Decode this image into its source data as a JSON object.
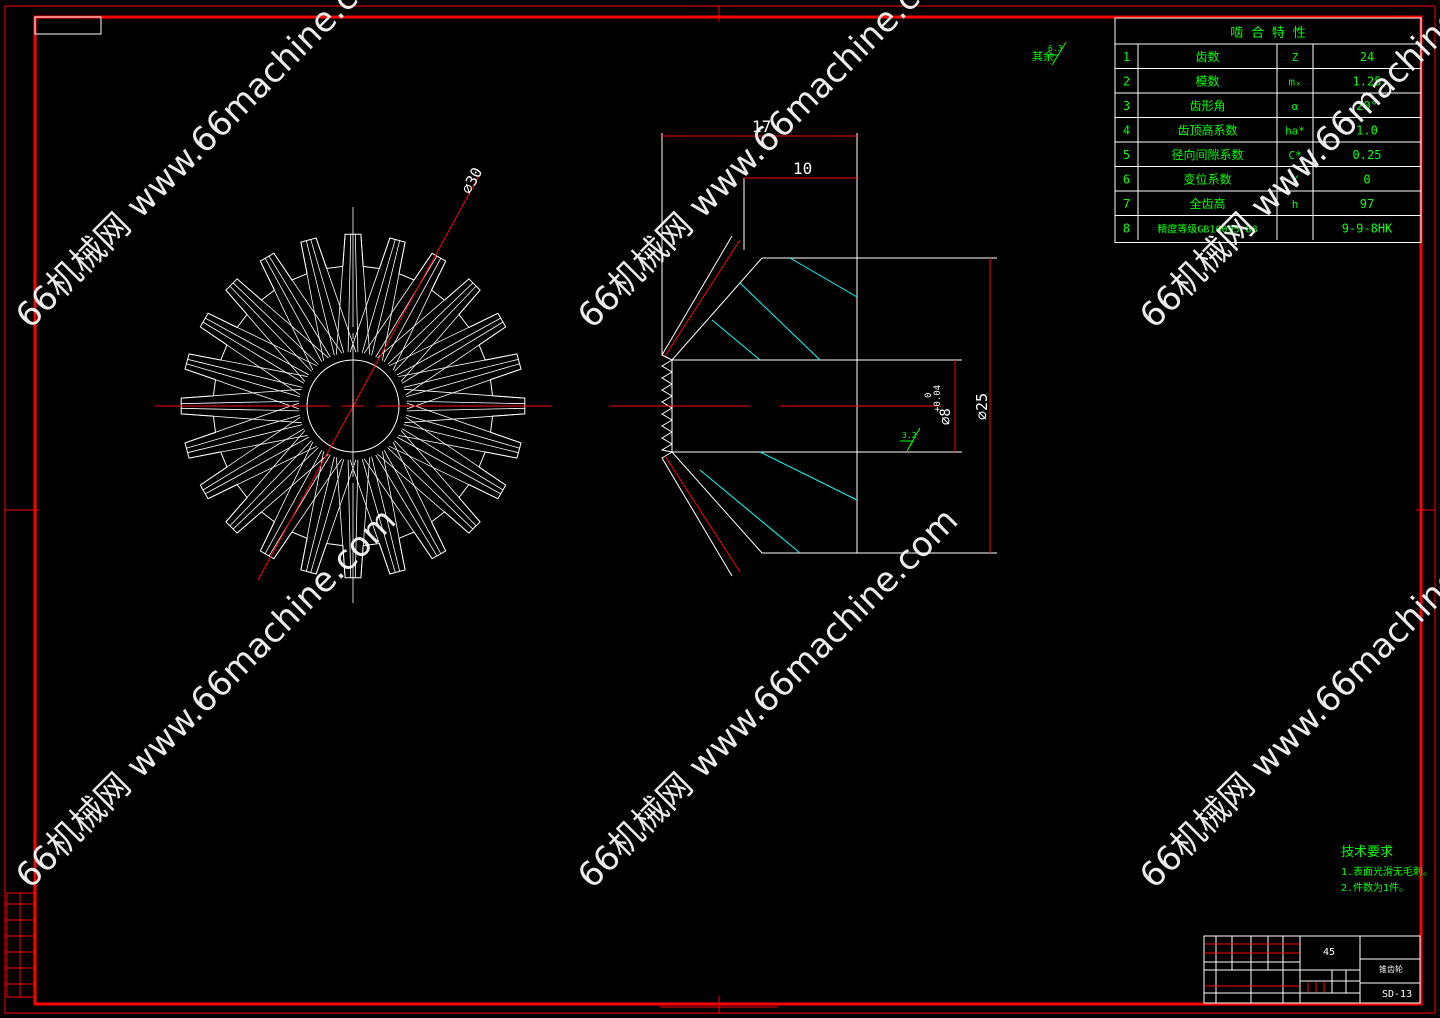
{
  "drawing": {
    "teeth_count": 24,
    "dimensions": {
      "outer_diameter": "⌀30",
      "length_total": "17",
      "length_hub": "10",
      "hub_diameter": "⌀25",
      "bore_diameter": "⌀8",
      "bore_tol_upper": "+0.04",
      "bore_tol_lower": "0"
    },
    "roughness": {
      "other_label": "其余",
      "other_value": "6.3",
      "bore_value": "3.2"
    }
  },
  "mesh_table": {
    "title": "啮 合 特 性",
    "rows": [
      {
        "no": "1",
        "name": "齿数",
        "symbol": "Z",
        "value": "24"
      },
      {
        "no": "2",
        "name": "模数",
        "symbol": "mₓ",
        "value": "1.25"
      },
      {
        "no": "3",
        "name": "齿形角",
        "symbol": "α",
        "value": "20°"
      },
      {
        "no": "4",
        "name": "齿顶高系数",
        "symbol": "ha*",
        "value": "1.0"
      },
      {
        "no": "5",
        "name": "径向间隙系数",
        "symbol": "C*",
        "value": "0.25"
      },
      {
        "no": "6",
        "name": "变位系数",
        "symbol": "X",
        "value": "0"
      },
      {
        "no": "7",
        "name": "全齿高",
        "symbol": "h",
        "value": "97"
      },
      {
        "no": "8",
        "name": "精度等级GB10095-88",
        "symbol": "",
        "value": "9-9-8HK"
      }
    ]
  },
  "tech_requirements": {
    "title": "技术要求",
    "items": [
      "1.表面光滑无毛刺。",
      "2.件数为1件。"
    ]
  },
  "title_block": {
    "material": "45",
    "part_name": "锥齿轮",
    "drawing_no": "SD-13"
  },
  "watermark": "66机械网 www.66machine.com",
  "colors": {
    "frame": "#ff0000",
    "line": "#ffffff",
    "text": "#00ff00",
    "hatch": "#00ffff"
  }
}
